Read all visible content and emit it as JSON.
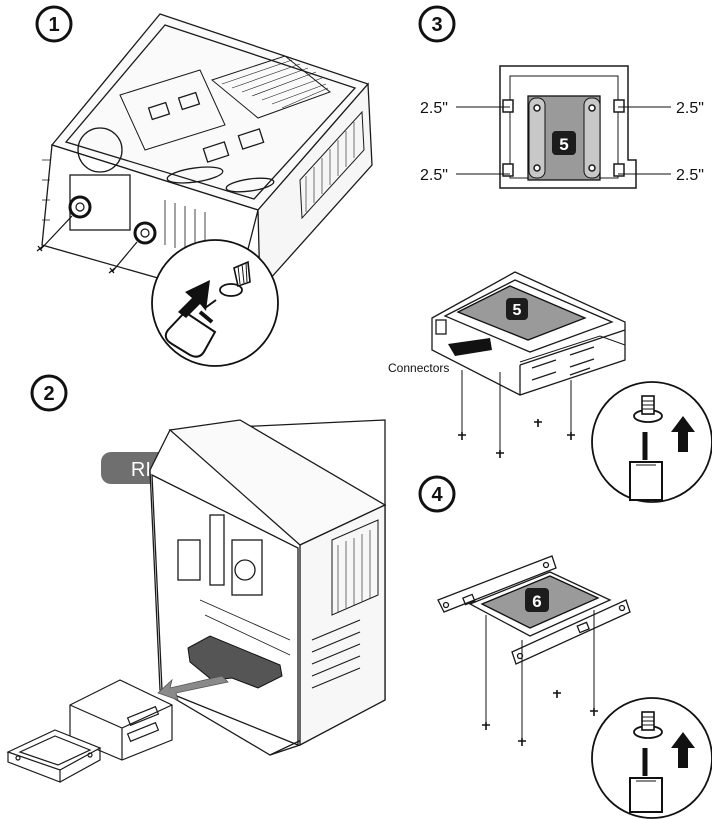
{
  "steps": [
    {
      "number": "1"
    },
    {
      "number": "2"
    },
    {
      "number": "3"
    },
    {
      "number": "4"
    }
  ],
  "labels": {
    "right_banner": "RIGHT",
    "connectors": "Connectors",
    "bay_5_top": "5",
    "bay_5_tray": "5",
    "bay_6_tray": "6",
    "size_top_left": "2.5\"",
    "size_top_right": "2.5\"",
    "size_bottom_left": "2.5\"",
    "size_bottom_right": "2.5\""
  },
  "colors": {
    "line": "#1a1a1a",
    "drive_fill": "#9a9a9a",
    "badge_fill": "#1c1c1c",
    "banner_fill": "#6f6f6f",
    "arrow_fill": "#7d7d7d"
  },
  "icons": [
    "screwdriver-icon",
    "screw-icon",
    "arrow-up-icon",
    "arrow-left-icon"
  ]
}
